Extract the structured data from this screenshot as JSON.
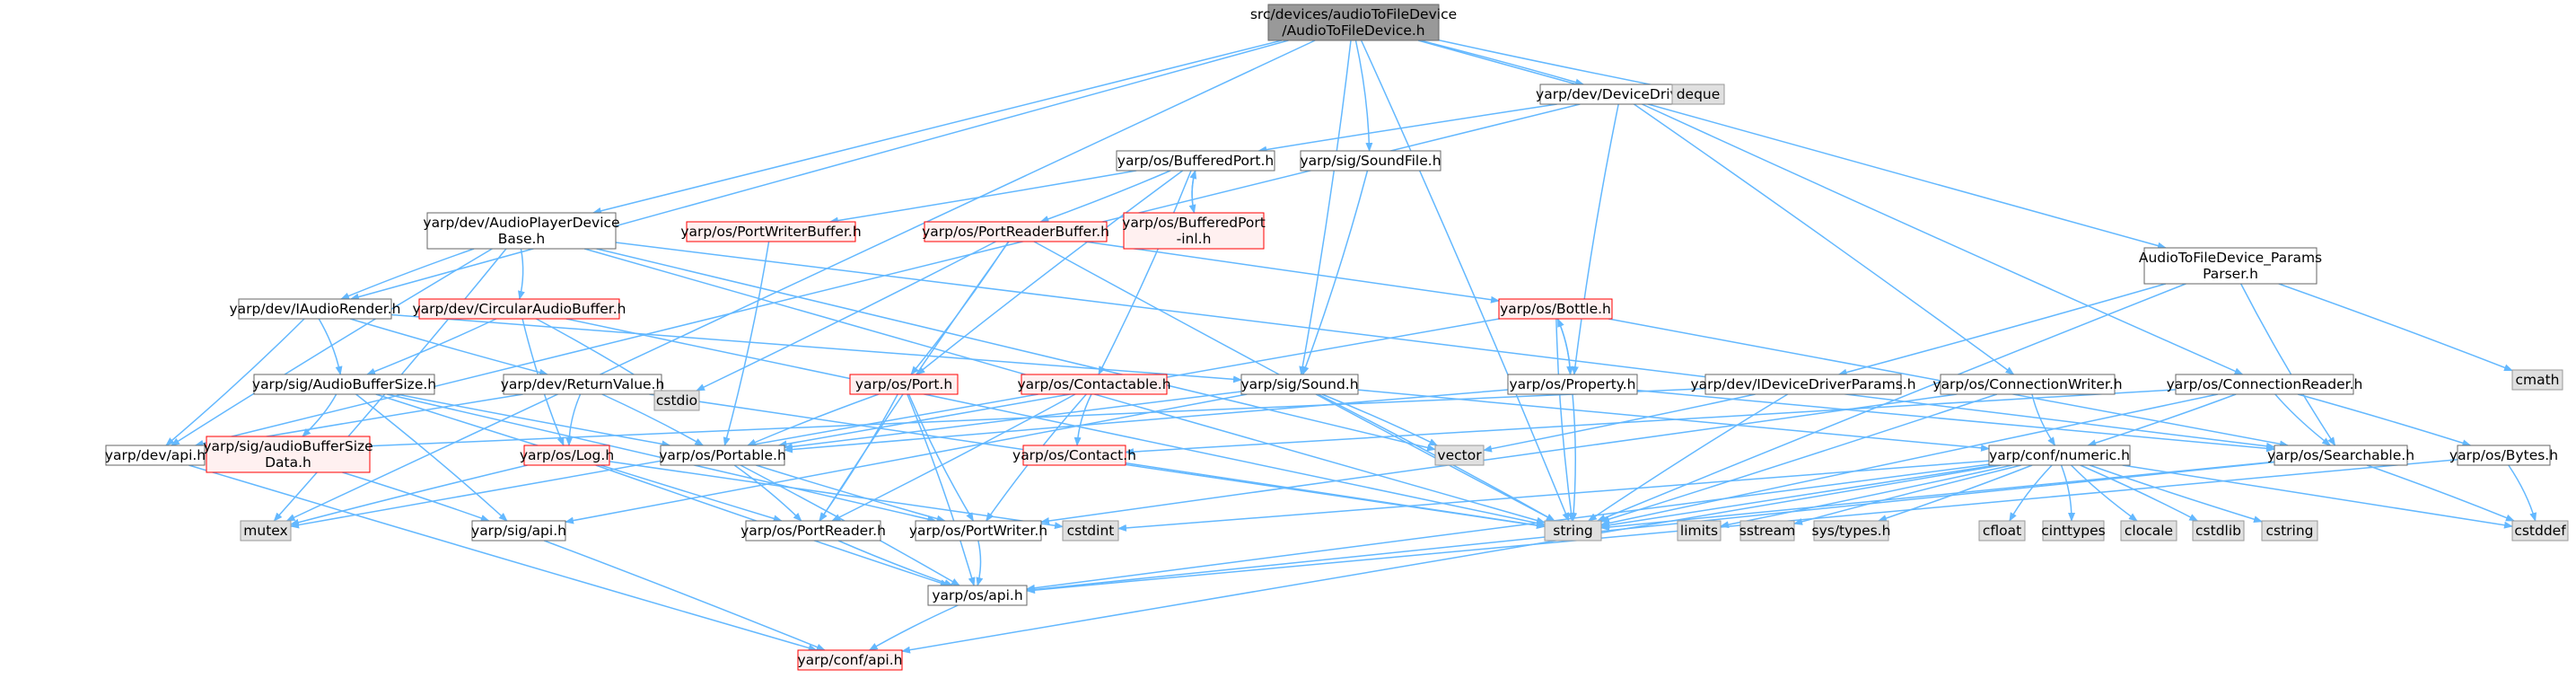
{
  "colors": {
    "root_fill": "#999999",
    "root_stroke": "#666666",
    "node_fill": "#ffffff",
    "node_stroke": "#666666",
    "missing_fill": "#fff0f0",
    "missing_stroke": "#ff0000",
    "external_fill": "#e0e0e0",
    "external_stroke": "#999999",
    "edge": "#63b8ff"
  },
  "nodes": [
    {
      "id": "root",
      "kind": "root",
      "lines": [
        "src/devices/audioToFileDevice",
        "/AudioToFileDevice.h"
      ]
    },
    {
      "id": "devicedriver",
      "kind": "normal",
      "lines": [
        "yarp/dev/DeviceDriver.h"
      ]
    },
    {
      "id": "deque",
      "kind": "external",
      "lines": [
        "deque"
      ]
    },
    {
      "id": "bufferedport",
      "kind": "normal",
      "lines": [
        "yarp/os/BufferedPort.h"
      ]
    },
    {
      "id": "soundfile",
      "kind": "normal",
      "lines": [
        "yarp/sig/SoundFile.h"
      ]
    },
    {
      "id": "audioplayer",
      "kind": "normal",
      "lines": [
        "yarp/dev/AudioPlayerDevice",
        "Base.h"
      ]
    },
    {
      "id": "pwbuffer",
      "kind": "missing",
      "lines": [
        "yarp/os/PortWriterBuffer.h"
      ]
    },
    {
      "id": "bpinl",
      "kind": "missing",
      "lines": [
        "yarp/os/BufferedPort",
        "-inl.h"
      ]
    },
    {
      "id": "prbuffer",
      "kind": "missing",
      "lines": [
        "yarp/os/PortReaderBuffer.h"
      ]
    },
    {
      "id": "paramsparser",
      "kind": "normal",
      "lines": [
        "AudioToFileDevice_Params",
        "Parser.h"
      ]
    },
    {
      "id": "iaudiorender",
      "kind": "normal",
      "lines": [
        "yarp/dev/IAudioRender.h"
      ]
    },
    {
      "id": "circbuffer",
      "kind": "missing",
      "lines": [
        "yarp/dev/CircularAudioBuffer.h"
      ]
    },
    {
      "id": "bottle",
      "kind": "missing",
      "lines": [
        "yarp/os/Bottle.h"
      ]
    },
    {
      "id": "cmath",
      "kind": "external",
      "lines": [
        "cmath"
      ]
    },
    {
      "id": "audiobuffersize",
      "kind": "normal",
      "lines": [
        "yarp/sig/AudioBufferSize.h"
      ]
    },
    {
      "id": "returnvalue",
      "kind": "normal",
      "lines": [
        "yarp/dev/ReturnValue.h"
      ]
    },
    {
      "id": "cstdio",
      "kind": "external",
      "lines": [
        "cstdio"
      ]
    },
    {
      "id": "port",
      "kind": "missing",
      "lines": [
        "yarp/os/Port.h"
      ]
    },
    {
      "id": "contactable",
      "kind": "missing",
      "lines": [
        "yarp/os/Contactable.h"
      ]
    },
    {
      "id": "sound",
      "kind": "normal",
      "lines": [
        "yarp/sig/Sound.h"
      ]
    },
    {
      "id": "property",
      "kind": "normal",
      "lines": [
        "yarp/os/Property.h"
      ]
    },
    {
      "id": "idevparams",
      "kind": "normal",
      "lines": [
        "yarp/dev/IDeviceDriverParams.h"
      ]
    },
    {
      "id": "connwriter",
      "kind": "normal",
      "lines": [
        "yarp/os/ConnectionWriter.h"
      ]
    },
    {
      "id": "connreader",
      "kind": "normal",
      "lines": [
        "yarp/os/ConnectionReader.h"
      ]
    },
    {
      "id": "devapi",
      "kind": "normal",
      "lines": [
        "yarp/dev/api.h"
      ]
    },
    {
      "id": "absdata",
      "kind": "missing",
      "lines": [
        "yarp/sig/audioBufferSize",
        "Data.h"
      ]
    },
    {
      "id": "log",
      "kind": "missing",
      "lines": [
        "yarp/os/Log.h"
      ]
    },
    {
      "id": "portable",
      "kind": "normal",
      "lines": [
        "yarp/os/Portable.h"
      ]
    },
    {
      "id": "contact",
      "kind": "missing",
      "lines": [
        "yarp/os/Contact.h"
      ]
    },
    {
      "id": "vector",
      "kind": "external",
      "lines": [
        "vector"
      ]
    },
    {
      "id": "numeric",
      "kind": "normal",
      "lines": [
        "yarp/conf/numeric.h"
      ]
    },
    {
      "id": "searchable",
      "kind": "normal",
      "lines": [
        "yarp/os/Searchable.h"
      ]
    },
    {
      "id": "bytes",
      "kind": "normal",
      "lines": [
        "yarp/os/Bytes.h"
      ]
    },
    {
      "id": "mutex",
      "kind": "external",
      "lines": [
        "mutex"
      ]
    },
    {
      "id": "sigapi",
      "kind": "normal",
      "lines": [
        "yarp/sig/api.h"
      ]
    },
    {
      "id": "portreader",
      "kind": "normal",
      "lines": [
        "yarp/os/PortReader.h"
      ]
    },
    {
      "id": "portwriter",
      "kind": "normal",
      "lines": [
        "yarp/os/PortWriter.h"
      ]
    },
    {
      "id": "cstdint",
      "kind": "external",
      "lines": [
        "cstdint"
      ]
    },
    {
      "id": "string",
      "kind": "external",
      "lines": [
        "string"
      ]
    },
    {
      "id": "limits",
      "kind": "external",
      "lines": [
        "limits"
      ]
    },
    {
      "id": "sstream",
      "kind": "external",
      "lines": [
        "sstream"
      ]
    },
    {
      "id": "systypes",
      "kind": "external",
      "lines": [
        "sys/types.h"
      ]
    },
    {
      "id": "cfloat",
      "kind": "external",
      "lines": [
        "cfloat"
      ]
    },
    {
      "id": "cinttypes",
      "kind": "external",
      "lines": [
        "cinttypes"
      ]
    },
    {
      "id": "clocale",
      "kind": "external",
      "lines": [
        "clocale"
      ]
    },
    {
      "id": "cstdlib",
      "kind": "external",
      "lines": [
        "cstdlib"
      ]
    },
    {
      "id": "cstring",
      "kind": "external",
      "lines": [
        "cstring"
      ]
    },
    {
      "id": "cstddef",
      "kind": "external",
      "lines": [
        "cstddef"
      ]
    },
    {
      "id": "osapi",
      "kind": "normal",
      "lines": [
        "yarp/os/api.h"
      ]
    },
    {
      "id": "confapi",
      "kind": "missing",
      "lines": [
        "yarp/conf/api.h"
      ]
    }
  ],
  "edges": [
    [
      "root",
      "devicedriver"
    ],
    [
      "root",
      "deque"
    ],
    [
      "root",
      "soundfile"
    ],
    [
      "root",
      "audioplayer"
    ],
    [
      "root",
      "iaudiorender"
    ],
    [
      "root",
      "paramsparser"
    ],
    [
      "root",
      "sound"
    ],
    [
      "root",
      "mutex"
    ],
    [
      "root",
      "string"
    ],
    [
      "devicedriver",
      "bufferedport"
    ],
    [
      "devicedriver",
      "devapi"
    ],
    [
      "devicedriver",
      "property"
    ],
    [
      "devicedriver",
      "connwriter"
    ],
    [
      "devicedriver",
      "connreader"
    ],
    [
      "bufferedport",
      "pwbuffer"
    ],
    [
      "bufferedport",
      "bpinl"
    ],
    [
      "bufferedport",
      "prbuffer"
    ],
    [
      "bufferedport",
      "port"
    ],
    [
      "bufferedport",
      "contactable"
    ],
    [
      "bpinl",
      "bufferedport"
    ],
    [
      "soundfile",
      "sound"
    ],
    [
      "audioplayer",
      "iaudiorender"
    ],
    [
      "audioplayer",
      "circbuffer"
    ],
    [
      "audioplayer",
      "devapi"
    ],
    [
      "audioplayer",
      "mutex"
    ],
    [
      "audioplayer",
      "vector"
    ],
    [
      "audioplayer",
      "searchable"
    ],
    [
      "audioplayer",
      "string"
    ],
    [
      "pwbuffer",
      "portable"
    ],
    [
      "prbuffer",
      "bottle"
    ],
    [
      "prbuffer",
      "port"
    ],
    [
      "prbuffer",
      "portreader"
    ],
    [
      "prbuffer",
      "cstdio"
    ],
    [
      "prbuffer",
      "string"
    ],
    [
      "paramsparser",
      "idevparams"
    ],
    [
      "paramsparser",
      "searchable"
    ],
    [
      "paramsparser",
      "cmath"
    ],
    [
      "paramsparser",
      "string"
    ],
    [
      "iaudiorender",
      "audiobuffersize"
    ],
    [
      "iaudiorender",
      "returnvalue"
    ],
    [
      "iaudiorender",
      "devapi"
    ],
    [
      "iaudiorender",
      "sound"
    ],
    [
      "circbuffer",
      "audiobuffersize"
    ],
    [
      "circbuffer",
      "log"
    ],
    [
      "circbuffer",
      "cstdio"
    ],
    [
      "circbuffer",
      "string"
    ],
    [
      "bottle",
      "portable"
    ],
    [
      "bottle",
      "searchable"
    ],
    [
      "bottle",
      "property"
    ],
    [
      "bottle",
      "string"
    ],
    [
      "audiobuffersize",
      "absdata"
    ],
    [
      "audiobuffersize",
      "portable"
    ],
    [
      "audiobuffersize",
      "sigapi"
    ],
    [
      "audiobuffersize",
      "portreader"
    ],
    [
      "audiobuffersize",
      "portwriter"
    ],
    [
      "returnvalue",
      "log"
    ],
    [
      "returnvalue",
      "portable"
    ],
    [
      "returnvalue",
      "devapi"
    ],
    [
      "returnvalue",
      "string"
    ],
    [
      "port",
      "portable"
    ],
    [
      "port",
      "portreader"
    ],
    [
      "port",
      "portwriter"
    ],
    [
      "port",
      "osapi"
    ],
    [
      "contactable",
      "contact"
    ],
    [
      "contactable",
      "portreader"
    ],
    [
      "contactable",
      "portwriter"
    ],
    [
      "contactable",
      "mutex"
    ],
    [
      "sound",
      "portable"
    ],
    [
      "sound",
      "vector"
    ],
    [
      "sound",
      "numeric"
    ],
    [
      "sound",
      "string"
    ],
    [
      "sound",
      "sigapi"
    ],
    [
      "property",
      "bottle"
    ],
    [
      "property",
      "searchable"
    ],
    [
      "property",
      "string"
    ],
    [
      "property",
      "portable"
    ],
    [
      "idevparams",
      "vector"
    ],
    [
      "idevparams",
      "string"
    ],
    [
      "idevparams",
      "devapi"
    ],
    [
      "connwriter",
      "numeric"
    ],
    [
      "connwriter",
      "string"
    ],
    [
      "connwriter",
      "portwriter"
    ],
    [
      "connreader",
      "numeric"
    ],
    [
      "connreader",
      "contact"
    ],
    [
      "connreader",
      "bytes"
    ],
    [
      "connreader",
      "searchable"
    ],
    [
      "connreader",
      "string"
    ],
    [
      "devapi",
      "confapi"
    ],
    [
      "absdata",
      "sigapi"
    ],
    [
      "log",
      "mutex"
    ],
    [
      "log",
      "cstdint"
    ],
    [
      "log",
      "osapi"
    ],
    [
      "portable",
      "portreader"
    ],
    [
      "portable",
      "portwriter"
    ],
    [
      "portable",
      "osapi"
    ],
    [
      "contact",
      "string"
    ],
    [
      "numeric",
      "limits"
    ],
    [
      "numeric",
      "sstream"
    ],
    [
      "numeric",
      "systypes"
    ],
    [
      "numeric",
      "cfloat"
    ],
    [
      "numeric",
      "cinttypes"
    ],
    [
      "numeric",
      "clocale"
    ],
    [
      "numeric",
      "cstdlib"
    ],
    [
      "numeric",
      "cstring"
    ],
    [
      "numeric",
      "cstddef"
    ],
    [
      "numeric",
      "cstdint"
    ],
    [
      "numeric",
      "string"
    ],
    [
      "numeric",
      "confapi"
    ],
    [
      "numeric",
      "osapi"
    ],
    [
      "searchable",
      "string"
    ],
    [
      "searchable",
      "cstddef"
    ],
    [
      "searchable",
      "osapi"
    ],
    [
      "bytes",
      "cstddef"
    ],
    [
      "bytes",
      "osapi"
    ],
    [
      "sigapi",
      "confapi"
    ],
    [
      "portreader",
      "osapi"
    ],
    [
      "portwriter",
      "osapi"
    ],
    [
      "osapi",
      "confapi"
    ]
  ]
}
